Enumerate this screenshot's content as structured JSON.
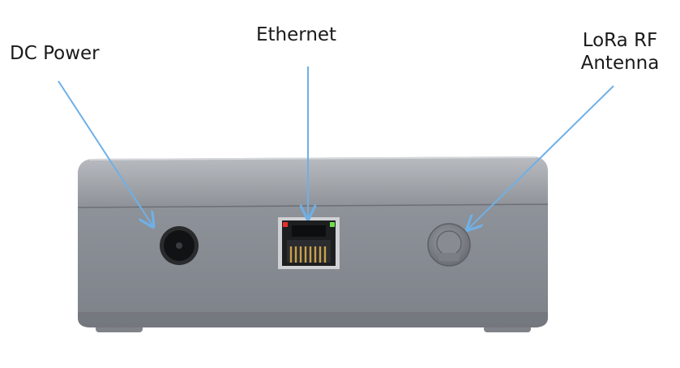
{
  "labels": {
    "dc_power": "DC Power",
    "ethernet": "Ethernet",
    "lora_line1": "LoRa RF",
    "lora_line2": "Antenna"
  },
  "colors": {
    "arrow": "#6fb0e6",
    "body_top": "#9ea2a8",
    "body_main": "#888c93",
    "body_dark": "#5e6268",
    "led_left": "#e8302a",
    "led_right": "#6ee04a"
  },
  "icons": [
    "dc-power-jack",
    "rj45-port",
    "antenna-connector"
  ]
}
